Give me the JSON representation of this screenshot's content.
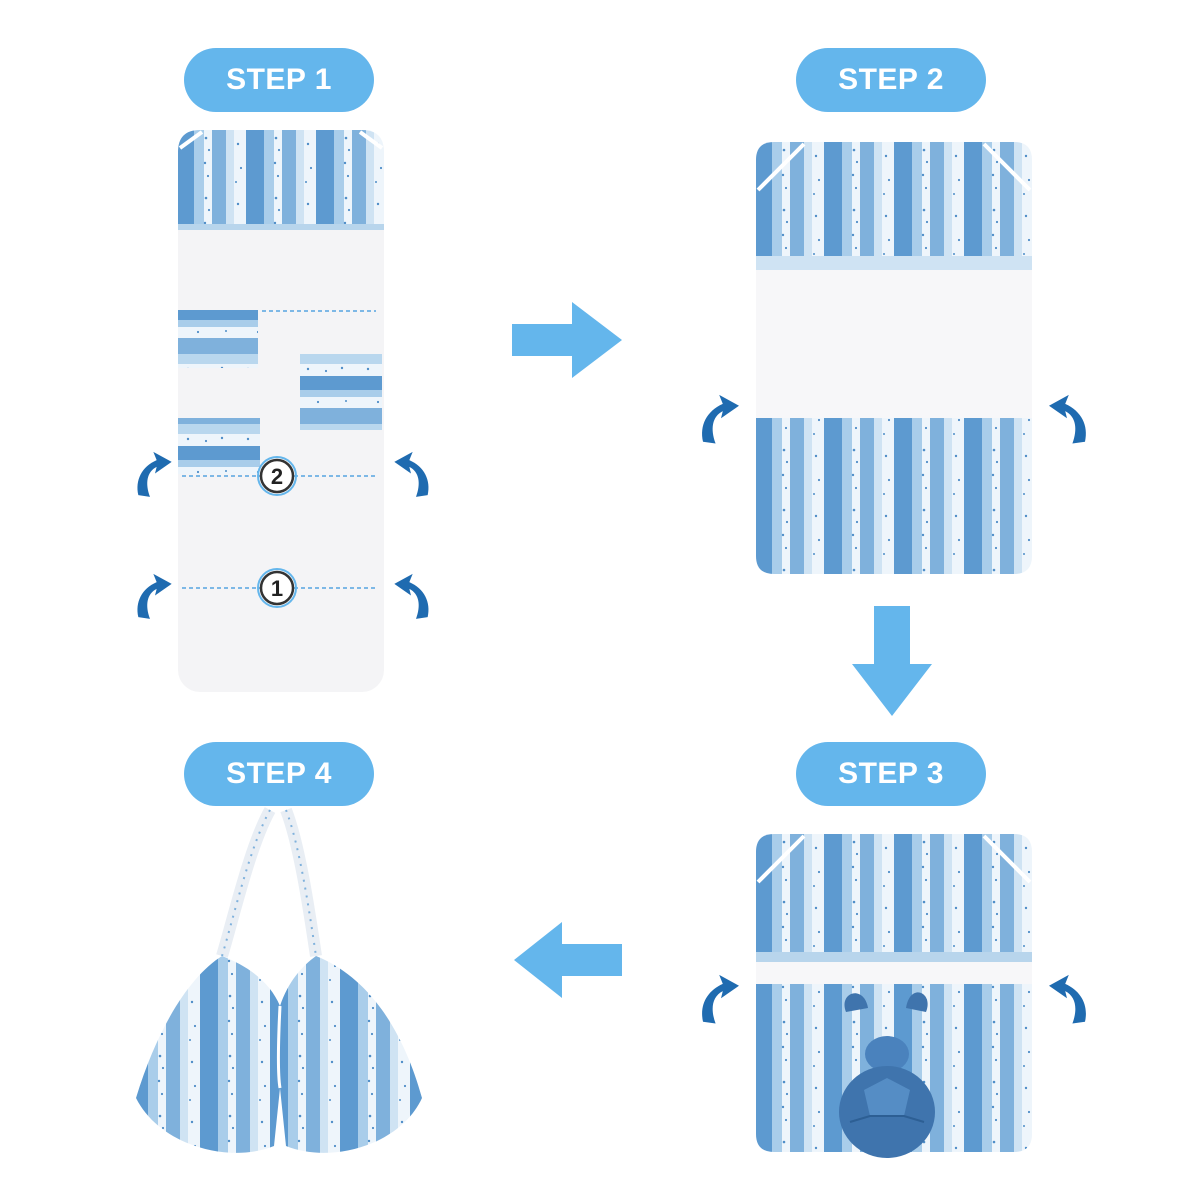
{
  "colors": {
    "accent": "#64b6ec",
    "stripe_dark": "#4f8ec8",
    "stripe_mid": "#8cbde3",
    "stripe_light": "#cfe3f3",
    "terry": "#f4f4f6"
  },
  "steps": [
    {
      "label": "STEP 1"
    },
    {
      "label": "STEP 2"
    },
    {
      "label": "STEP 3"
    },
    {
      "label": "STEP 4"
    }
  ],
  "fold_lines": [
    {
      "number": "2"
    },
    {
      "number": "1"
    }
  ],
  "flow_arrows": [
    "right",
    "down",
    "left"
  ],
  "icons": [
    "curved-fold-arrow-icon",
    "flow-arrow-icon",
    "sea-turtle-icon"
  ]
}
